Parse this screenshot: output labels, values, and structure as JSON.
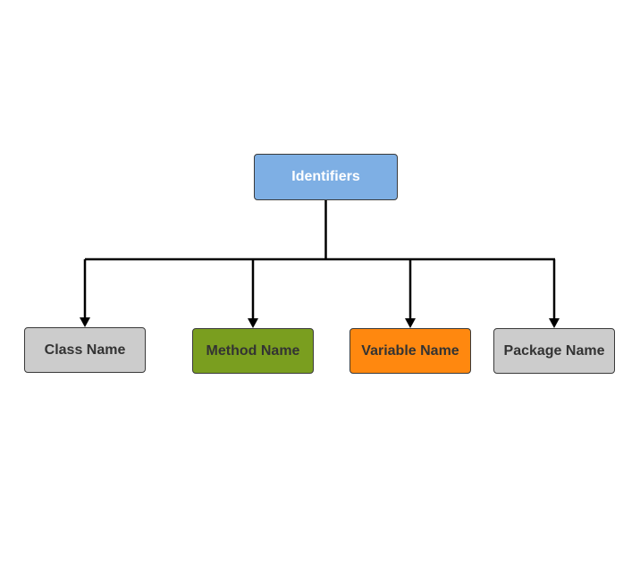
{
  "diagram": {
    "root": {
      "label": "Identifiers",
      "color": "#7eafe4"
    },
    "children": [
      {
        "label": "Class Name",
        "color": "#cccccc"
      },
      {
        "label": "Method Name",
        "color": "#7a9e1f"
      },
      {
        "label": "Variable Name",
        "color": "#ff880f"
      },
      {
        "label": "Package Name",
        "color": "#cccccc"
      }
    ],
    "connector_color": "#000000"
  }
}
